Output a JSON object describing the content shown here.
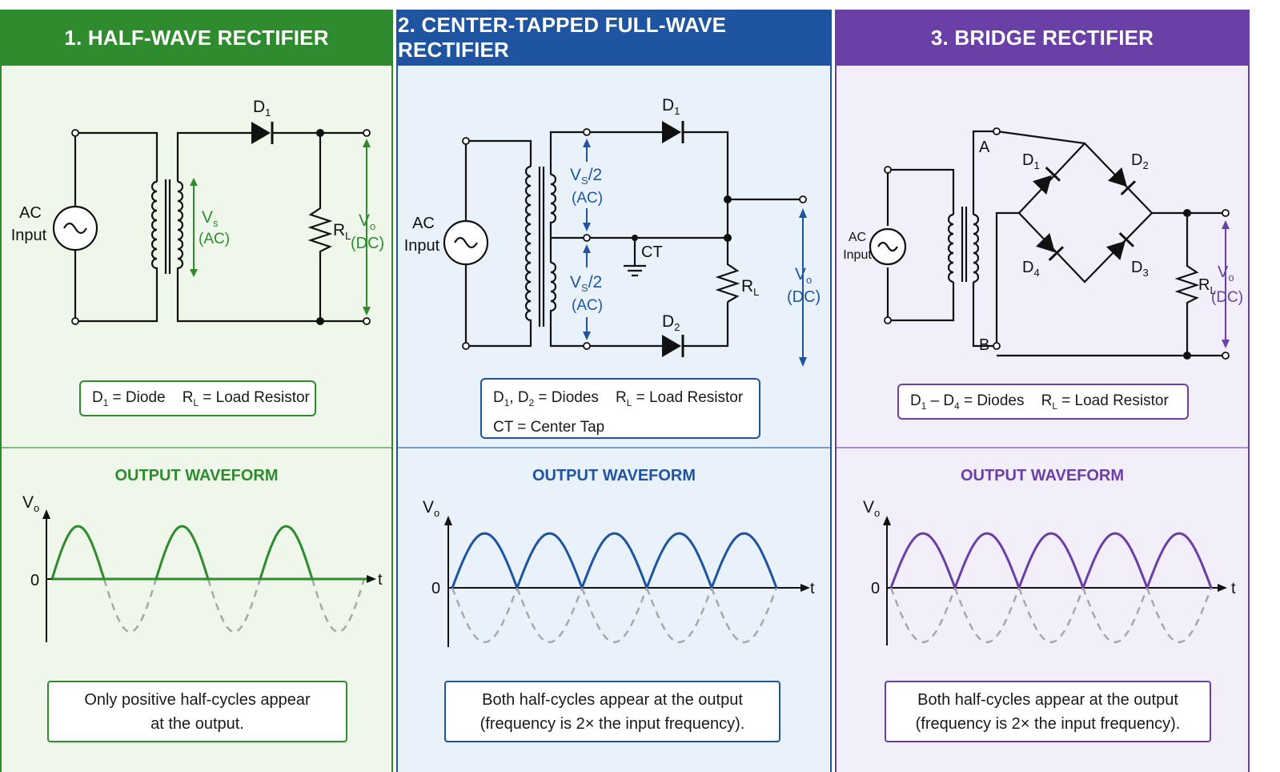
{
  "colors": {
    "green": "#2e8b2e",
    "blue": "#1f55a0",
    "purple": "#6a3fa6",
    "green_bg": "#eef7ea",
    "blue_bg": "#e9f1fb",
    "purple_bg": "#f2eefa",
    "dashed": "#a8a8a8"
  },
  "panels": [
    {
      "title": "1. HALF-WAVE RECTIFIER",
      "labels": {
        "d1": "D",
        "d1_sub": "1",
        "ac_line1": "AC",
        "ac_line2": "Input",
        "vs": "V",
        "vs_sub": "s",
        "vs_ac": "(AC)",
        "rl": "R",
        "rl_sub": "L",
        "vo": "V",
        "vo_sub": "o",
        "vo_dc": "(DC)"
      },
      "legend": {
        "line1_a": "D",
        "line1_a_sub": "1",
        "line1_b": " = Diode",
        "line1_c": "R",
        "line1_c_sub": "L",
        "line1_d": " = Load Resistor"
      },
      "waveform_title": "OUTPUT WAVEFORM",
      "axis": {
        "y": "V",
        "y_sub": "o",
        "zero": "0",
        "x": "t"
      },
      "note_line1": "Only positive half-cycles appear",
      "note_line2": "at the output."
    },
    {
      "title": "2. CENTER-TAPPED FULL-WAVE RECTIFIER",
      "labels": {
        "d1": "D",
        "d1_sub": "1",
        "d2": "D",
        "d2_sub": "2",
        "ac_line1": "AC",
        "ac_line2": "Input",
        "vs_top": "V",
        "vs_top_sub": "S",
        "vs_top_tail": "/2",
        "vs_top_ac": "(AC)",
        "vs_bot": "V",
        "vs_bot_sub": "S",
        "vs_bot_tail": "/2",
        "vs_bot_ac": "(AC)",
        "ct": "CT",
        "rl": "R",
        "rl_sub": "L",
        "vo": "V",
        "vo_sub": "o",
        "vo_dc": "(DC)"
      },
      "legend": {
        "line1_a": "D",
        "line1_a_sub": "1",
        "line1_b": ", D",
        "line1_b_sub": "2",
        "line1_c": " = Diodes",
        "line1_d": "R",
        "line1_d_sub": "L",
        "line1_e": " = Load Resistor",
        "line2": "CT = Center Tap"
      },
      "waveform_title": "OUTPUT WAVEFORM",
      "axis": {
        "y": "V",
        "y_sub": "o",
        "zero": "0",
        "x": "t"
      },
      "note_line1": "Both half-cycles appear at the output",
      "note_line2": "(frequency is 2× the input frequency)."
    },
    {
      "title": "3. BRIDGE RECTIFIER",
      "labels": {
        "a": "A",
        "b": "B",
        "d1": "D",
        "d1_sub": "1",
        "d2": "D",
        "d2_sub": "2",
        "d3": "D",
        "d3_sub": "3",
        "d4": "D",
        "d4_sub": "4",
        "ac_line1": "AC",
        "ac_line2": "Input",
        "rl": "R",
        "rl_sub": "L",
        "vo": "V",
        "vo_sub": "o",
        "vo_dc": "(DC)"
      },
      "legend": {
        "line1_a": "D",
        "line1_a_sub": "1",
        "line1_b": " – D",
        "line1_b_sub": "4",
        "line1_c": " = Diodes",
        "line1_d": "R",
        "line1_d_sub": "L",
        "line1_e": " = Load Resistor"
      },
      "waveform_title": "OUTPUT WAVEFORM",
      "axis": {
        "y": "V",
        "y_sub": "o",
        "zero": "0",
        "x": "t"
      },
      "note_line1": "Both half-cycles appear at the output",
      "note_line2": "(frequency is 2× the input frequency)."
    }
  ]
}
